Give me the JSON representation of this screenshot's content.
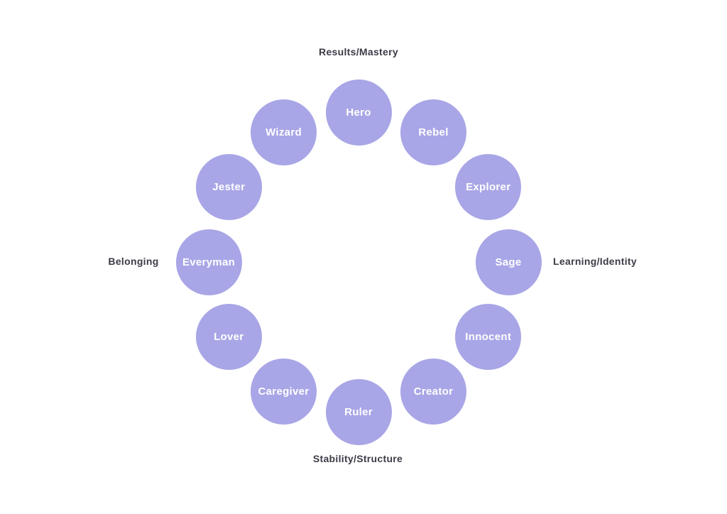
{
  "diagram": {
    "type": "circular-archetype-wheel",
    "axes": {
      "top": "Results/Mastery",
      "right": "Learning/Identity",
      "bottom": "Stability/Structure",
      "left": "Belonging"
    },
    "archetypes_clockwise_from_top": [
      "Hero",
      "Rebel",
      "Explorer",
      "Sage",
      "Innocent",
      "Creator",
      "Ruler",
      "Caregiver",
      "Lover",
      "Everyman",
      "Jester",
      "Wizard"
    ],
    "colors": {
      "circle_fill": "#a8a6e6",
      "circle_text": "#ffffff",
      "axis_label": "#3d3b47",
      "background": "#ffffff"
    }
  }
}
